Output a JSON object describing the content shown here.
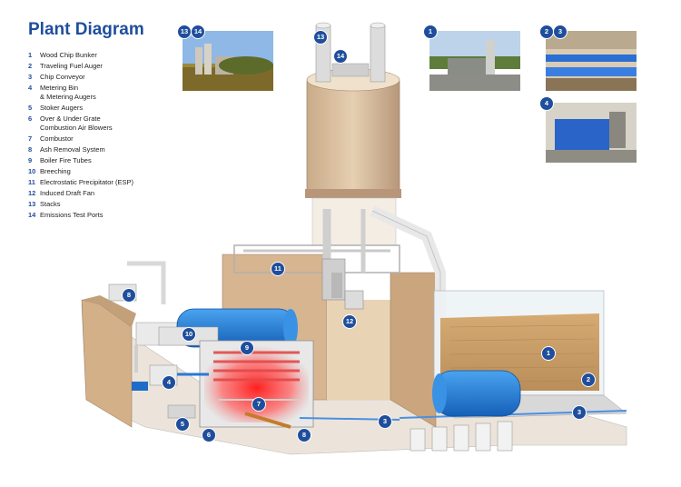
{
  "title": "Plant Diagram",
  "legend": [
    {
      "num": "1",
      "label": "Wood Chip Bunker"
    },
    {
      "num": "2",
      "label": "Traveling Fuel Auger"
    },
    {
      "num": "3",
      "label": "Chip Conveyor"
    },
    {
      "num": "4",
      "label": "Metering Bin\n& Metering Augers"
    },
    {
      "num": "5",
      "label": "Stoker Augers"
    },
    {
      "num": "6",
      "label": "Over & Under Grate\nCombustion Air Blowers"
    },
    {
      "num": "7",
      "label": "Combustor"
    },
    {
      "num": "8",
      "label": "Ash Removal System"
    },
    {
      "num": "9",
      "label": "Boiler Fire Tubes"
    },
    {
      "num": "10",
      "label": "Breeching"
    },
    {
      "num": "11",
      "label": "Electrostatic Precipitator (ESP)"
    },
    {
      "num": "12",
      "label": "Induced Draft Fan"
    },
    {
      "num": "13",
      "label": "Stacks"
    },
    {
      "num": "14",
      "label": "Emissions Test Ports"
    }
  ],
  "photo_badges": [
    "13",
    "14",
    "1",
    "2",
    "3",
    "4"
  ],
  "diagram_badges": [
    "13",
    "14",
    "11",
    "12",
    "8",
    "10",
    "9",
    "4",
    "7",
    "5",
    "6",
    "8",
    "1",
    "2",
    "3",
    "3"
  ],
  "colors": {
    "accent": "#1f4e9c",
    "boiler_blue": "#1e7fd0",
    "wall": "#d9b58f",
    "chips": "#d9b07a"
  }
}
